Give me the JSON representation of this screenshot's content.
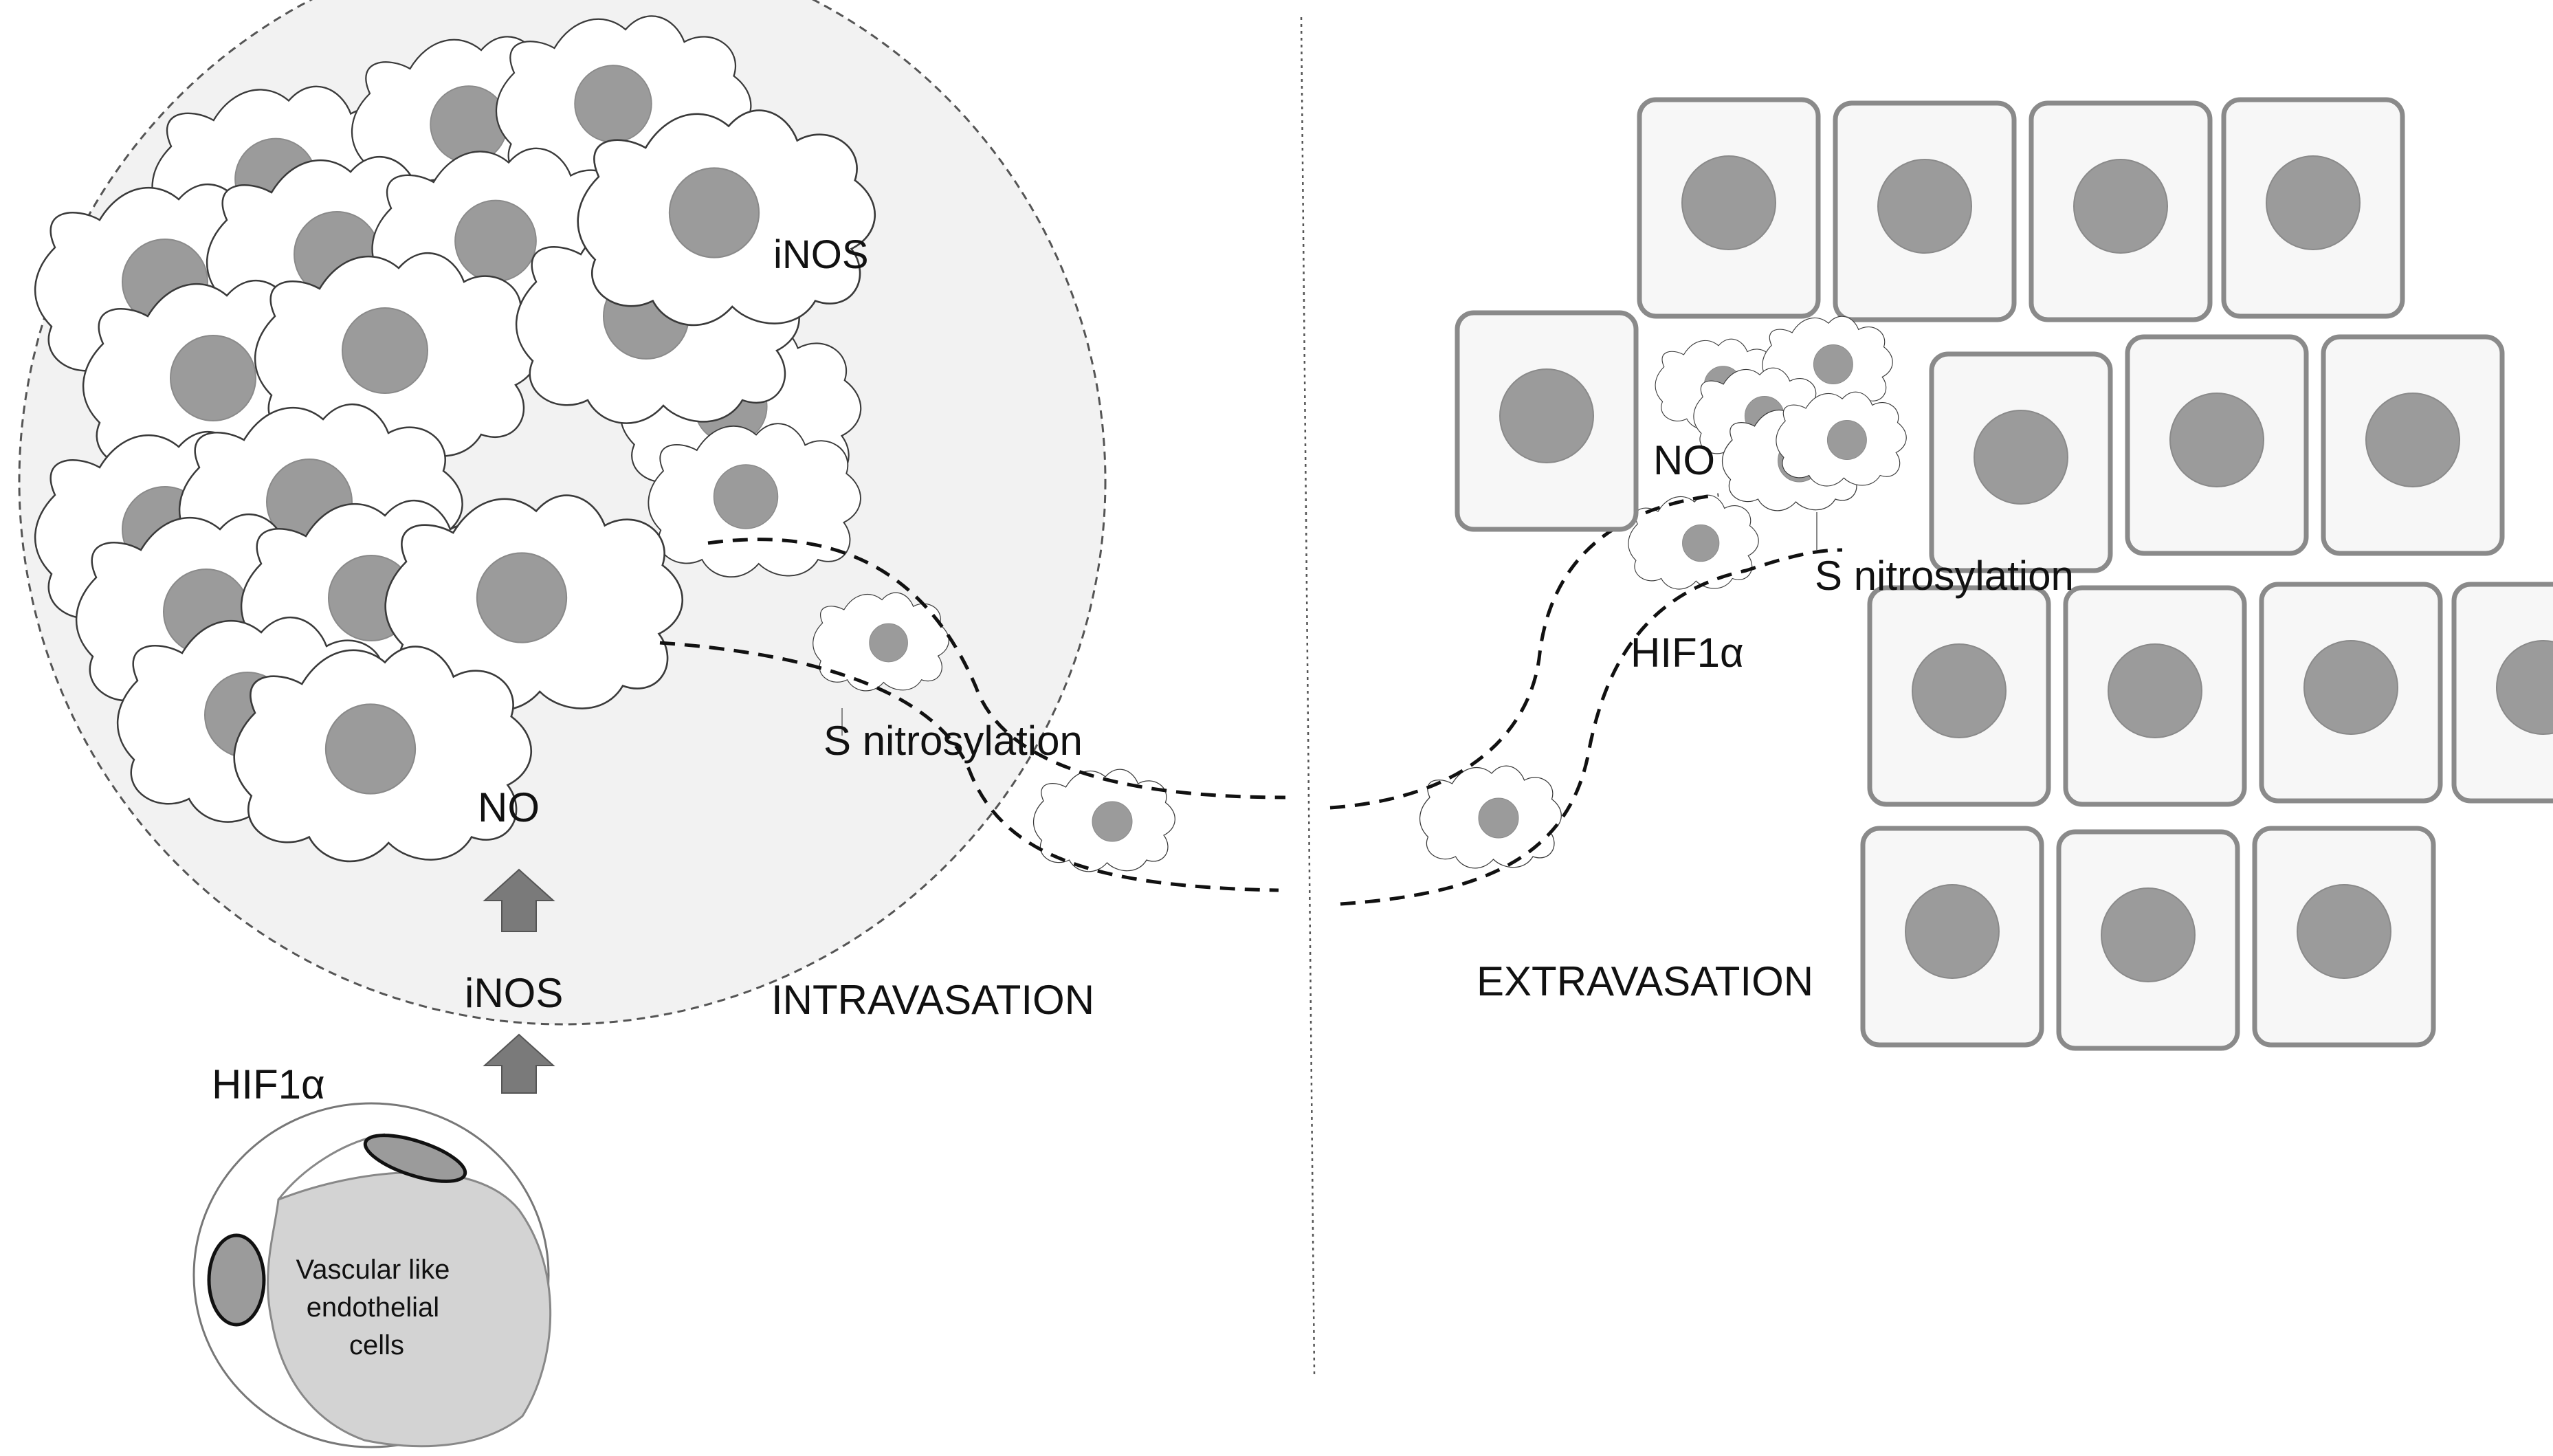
{
  "labels": {
    "inos_tumor": "iNOS",
    "no_tumor": "NO",
    "inos_arrow": "iNOS",
    "hif_left": "HIF1α",
    "vascular_cells": [
      "Vascular like",
      "endothelial",
      "cells"
    ],
    "s_nitro_left": "S nitrosylation",
    "intravasation": "INTRAVASATION",
    "extravasation": "EXTRAVASATION",
    "no_right": "NO",
    "s_nitro_right": "S nitrosylation",
    "hif_right": "HIF1α"
  },
  "colors": {
    "nucleus": "#9b9b9b",
    "tumor_halo": "#f2f2f2",
    "tissue_cell_border": "#8a8a8a",
    "arrow": "#7a7a7a",
    "vascular_fill": "#d3d3d3"
  }
}
